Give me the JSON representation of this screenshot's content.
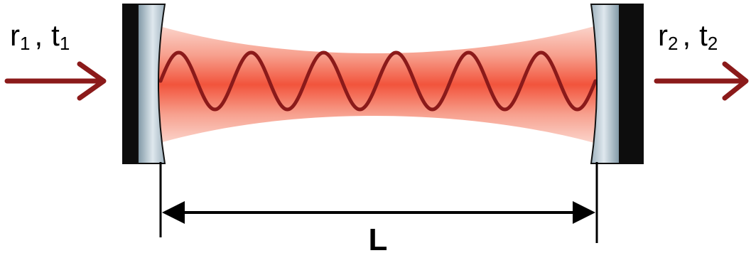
{
  "left_mirror": {
    "r_symbol": "r",
    "r_subscript": "1",
    "separator": ",",
    "t_symbol": "t",
    "t_subscript": "1"
  },
  "right_mirror": {
    "r_symbol": "r",
    "r_subscript": "2",
    "separator": ",",
    "t_symbol": "t",
    "t_subscript": "2"
  },
  "cavity": {
    "length_label": "L",
    "wave_cycles": 6
  },
  "colors": {
    "beam": "#f2543c",
    "wave": "#8b1a1a",
    "arrow": "#8b1a1a",
    "mirror_back": "#0d0d0d",
    "mirror_face": "#9eb3bf",
    "dimension_line": "#000000"
  },
  "icons": {
    "input_arrow": "arrow-right-icon",
    "output_arrow": "arrow-right-icon",
    "dimension_arrow": "double-arrow-icon"
  }
}
